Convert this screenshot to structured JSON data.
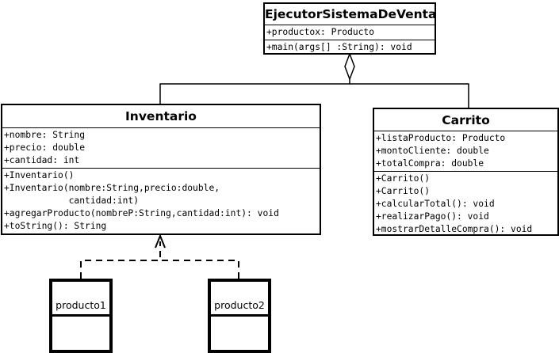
{
  "classes": {
    "ejecutor": {
      "name": "EjecutorSistemaDeVentas",
      "attributes": [
        "+productox: Producto"
      ],
      "methods": [
        "+main(args[] :String): void"
      ]
    },
    "inventario": {
      "name": "Inventario",
      "attributes": [
        "+nombre: String",
        "+precio: double",
        "+cantidad: int"
      ],
      "methods": [
        "+Inventario()",
        "+Inventario(nombre:String,precio:double,",
        "            cantidad:int)",
        "+agregarProducto(nombreP:String,cantidad:int): void",
        "+toString(): String"
      ]
    },
    "carrito": {
      "name": "Carrito",
      "attributes": [
        "+listaProducto: Producto",
        "+montoCliente: double",
        "+totalCompra: double"
      ],
      "methods": [
        "+Carrito()",
        "+Carrito()",
        "+calcularTotal(): void",
        "+realizarPago(): void",
        "+mostrarDetalleCompra(): void"
      ]
    }
  },
  "objects": {
    "producto1": {
      "name": "producto1"
    },
    "producto2": {
      "name": "producto2"
    }
  },
  "relations": {
    "aggregation": "Inventario, Carrito ◇— EjecutorSistemaDeVentas",
    "realization": "producto1, producto2 - - -▷ Inventario"
  }
}
